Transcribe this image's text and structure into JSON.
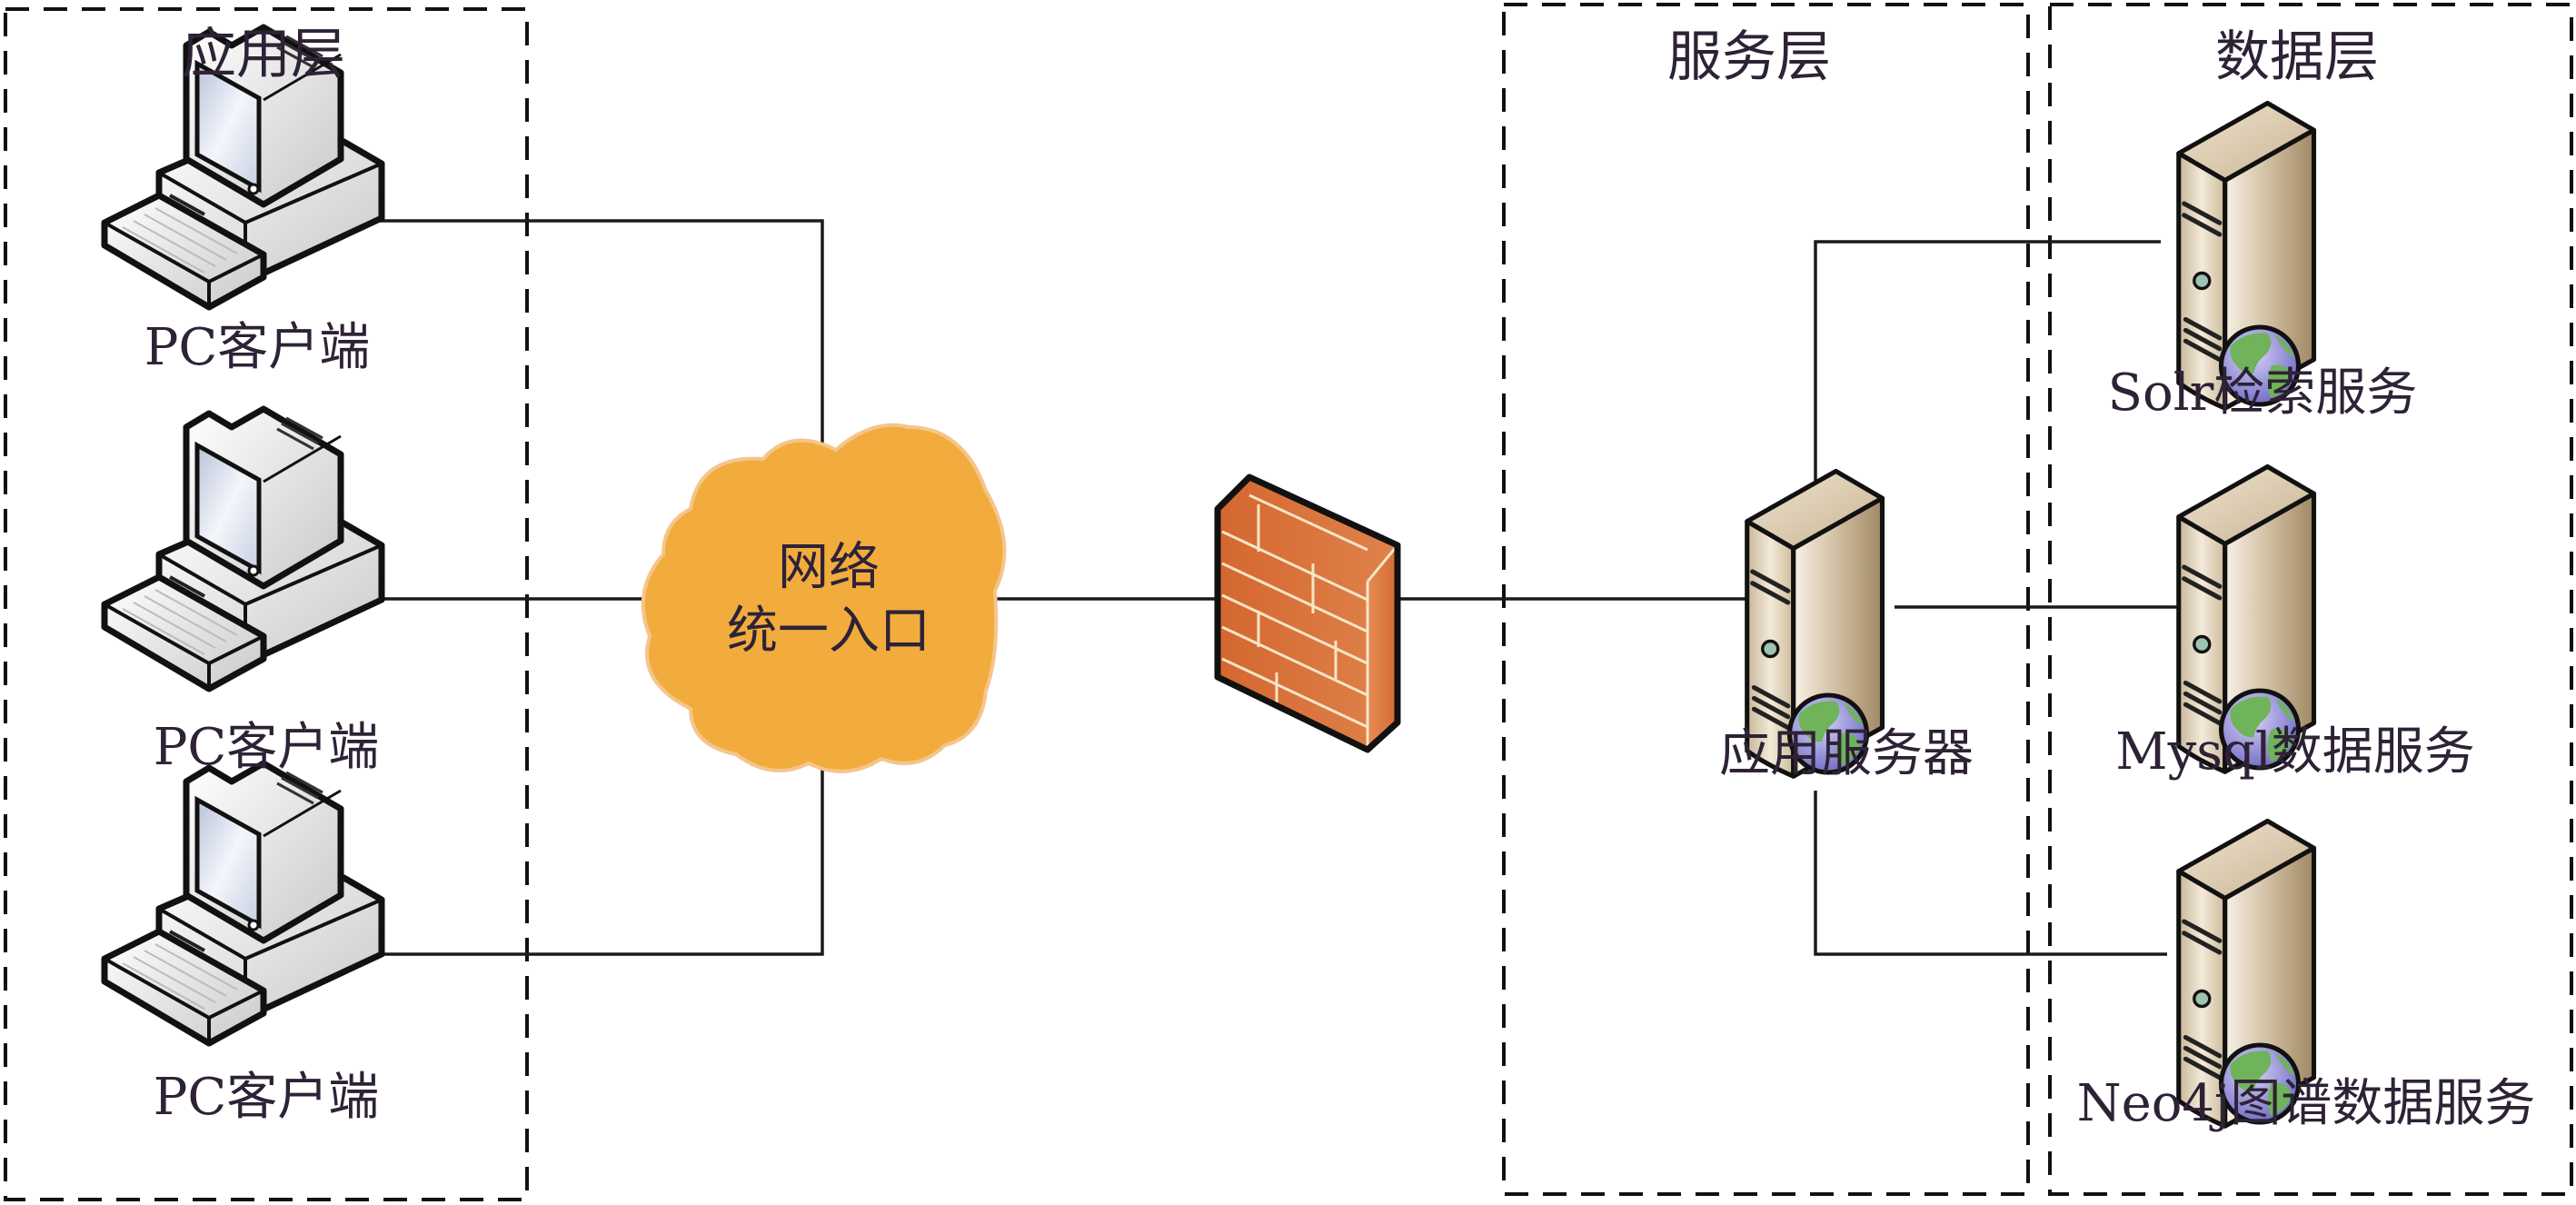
{
  "layers": {
    "application": {
      "title": "应用层"
    },
    "service": {
      "title": "服务层"
    },
    "data": {
      "title": "数据层"
    }
  },
  "clients": [
    {
      "label": "PC客户端",
      "icon": "desktop-computer-icon"
    },
    {
      "label": "PC客户端",
      "icon": "desktop-computer-icon"
    },
    {
      "label": "PC客户端",
      "icon": "desktop-computer-icon"
    }
  ],
  "network": {
    "line1": "网络",
    "line2": "统一入口",
    "icon": "cloud-icon",
    "color": "#f2ac3e"
  },
  "firewall": {
    "icon": "firewall-brick-wall-icon",
    "color": "#d96f3a"
  },
  "app_server": {
    "label": "应用服务器",
    "icon": "web-server-globe-icon"
  },
  "data_services": [
    {
      "label": "Solr检索服务",
      "icon": "web-server-globe-icon"
    },
    {
      "label": "Mysql数据服务",
      "icon": "web-server-globe-icon"
    },
    {
      "label": "Neo4j图谱数据服务",
      "icon": "web-server-globe-icon"
    }
  ],
  "colors": {
    "line": "#1a1a1a",
    "text": "#2e2236",
    "server_body": "#d9c9ad",
    "globe_land": "#6fb35a",
    "globe_sea": "#8a86d6"
  }
}
